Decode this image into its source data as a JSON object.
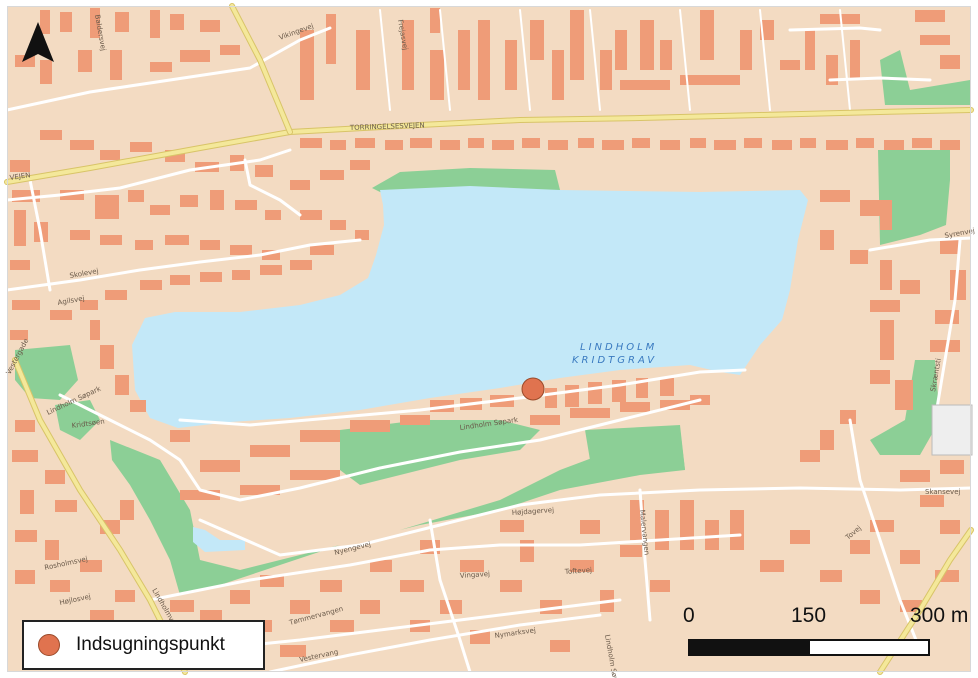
{
  "legend": {
    "label": "Indsugningspunkt",
    "marker_color": "#e0734f"
  },
  "scale_bar": {
    "labels": [
      "0",
      "150",
      "300 m"
    ]
  },
  "lake": {
    "line1": "LINDHOLM",
    "line2": "KRIDTGRAV"
  },
  "streets": {
    "torring_a": "TORRINGELSESVEJEN",
    "torring_b": "VEJEN",
    "vikingevej": "Vikingevej",
    "frejasvej": "Frejasvej",
    "skolevej": "Skolevej",
    "baldersvej": "Baldersvej",
    "agilsvej": "Agilsvej",
    "lindholm_sopark_a": "Lindholm Søpark",
    "lindholm_sopark_b": "Lindholm Søpark",
    "kridtsoen": "Kridtsøen",
    "hojdagervej": "Højdagervej",
    "malervangen": "Malervangen",
    "nyengevej": "Nyengevej",
    "skrænten": "Skræntsti",
    "syrenvej": "Syrenvej",
    "skansevej": "Skansevej",
    "tovej": "Tovej",
    "vingavej": "Vingavej",
    "toftevej": "Toftevej",
    "tommervangen": "Tømmervangen",
    "nymarksvej": "Nymarksvej",
    "vestervang": "Vestervang",
    "rosholmsvej": "Rosholmsvej",
    "hojlosvej": "Højlosvej",
    "lindholmvej": "Lindholmvej",
    "sopark_sw": "Lindholm Søpark",
    "vestergade": "Vestergade"
  },
  "colors": {
    "land": "#f3dbc2",
    "building": "#ef9c78",
    "water": "#c3e8f8",
    "park": "#8ccf96",
    "road": "#ffffff",
    "main_road": "#f4e89a"
  }
}
